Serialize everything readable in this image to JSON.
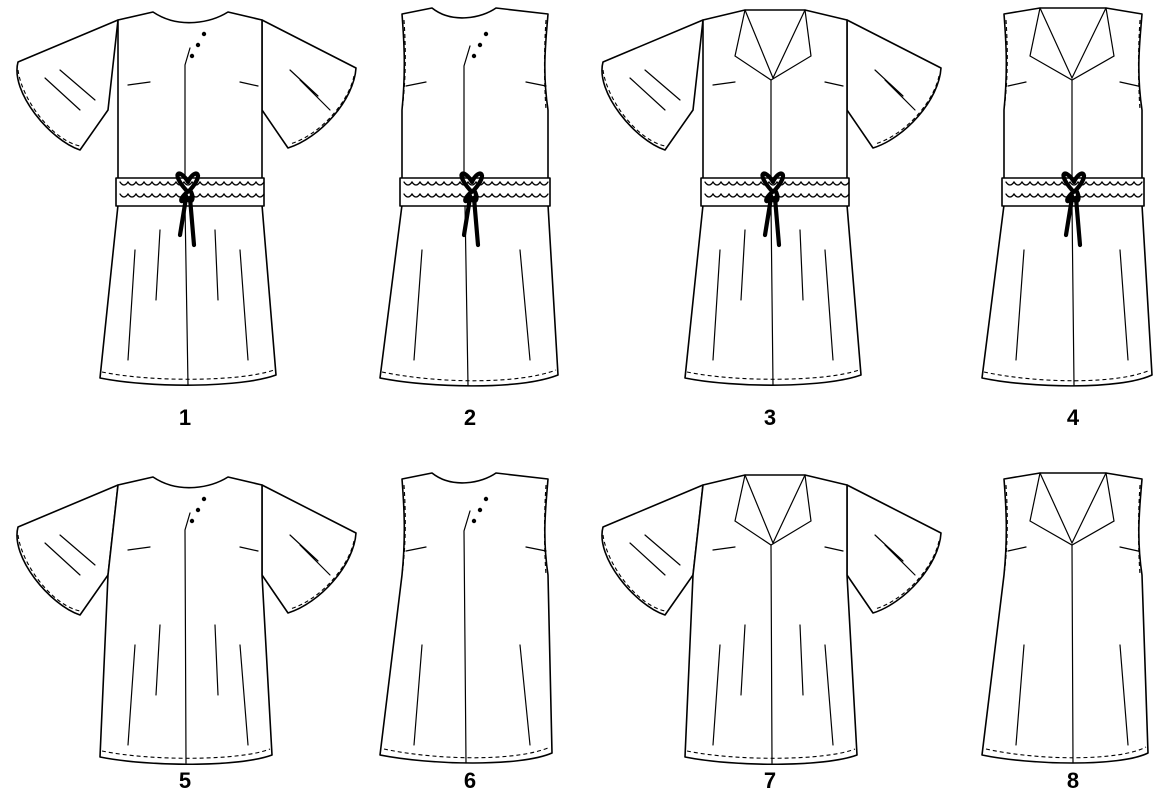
{
  "variants": [
    {
      "label": "1",
      "sleeves": "flutter",
      "neckline": "asymmetric-button",
      "waist": "drawstring"
    },
    {
      "label": "2",
      "sleeves": "sleeveless",
      "neckline": "asymmetric-button",
      "waist": "drawstring"
    },
    {
      "label": "3",
      "sleeves": "flutter",
      "neckline": "v-collar",
      "waist": "drawstring"
    },
    {
      "label": "4",
      "sleeves": "sleeveless",
      "neckline": "v-collar",
      "waist": "drawstring"
    },
    {
      "label": "5",
      "sleeves": "flutter",
      "neckline": "asymmetric-button",
      "waist": "none"
    },
    {
      "label": "6",
      "sleeves": "sleeveless",
      "neckline": "asymmetric-button",
      "waist": "none"
    },
    {
      "label": "7",
      "sleeves": "flutter",
      "neckline": "v-collar",
      "waist": "none"
    },
    {
      "label": "8",
      "sleeves": "sleeveless",
      "neckline": "v-collar",
      "waist": "none"
    }
  ]
}
